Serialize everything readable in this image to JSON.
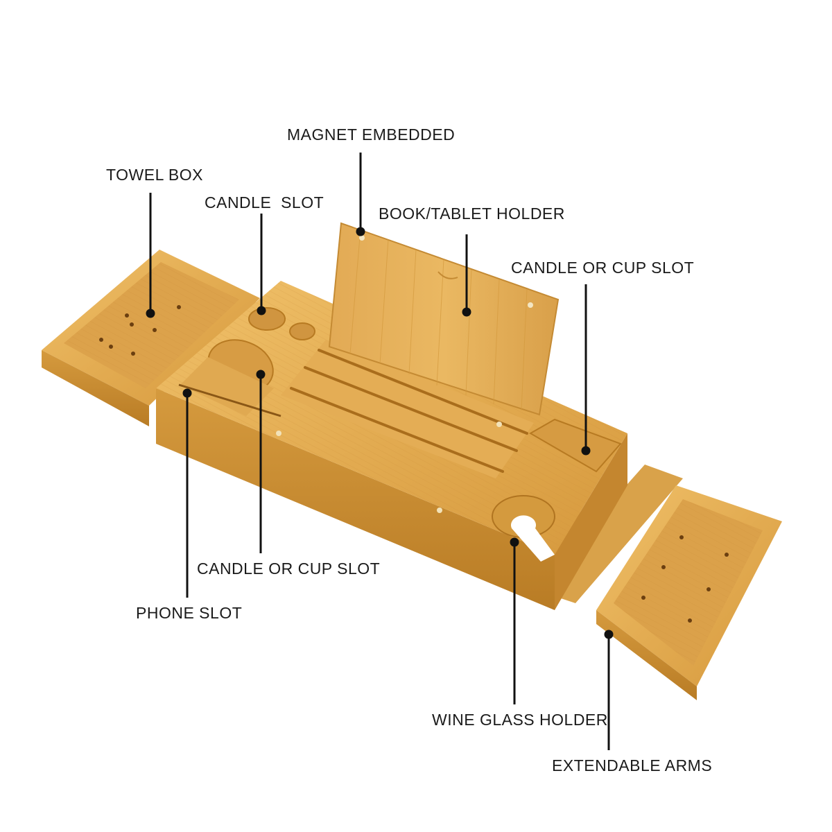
{
  "diagram": {
    "labels": {
      "towel_box": "TOWEL BOX",
      "candle_slot": "CANDLE  SLOT",
      "magnet_embedded": "MAGNET EMBEDDED",
      "book_tablet_holder": "BOOK/TABLET HOLDER",
      "candle_or_cup_slot_right": "CANDLE OR CUP SLOT",
      "candle_or_cup_slot_center": "CANDLE OR CUP SLOT",
      "phone_slot": "PHONE SLOT",
      "wine_glass_holder": "WINE GLASS HOLDER",
      "extendable_arms": "EXTENDABLE ARMS"
    },
    "colors": {
      "wood_light": "#e8b45a",
      "wood_mid": "#d49a3c",
      "wood_dark": "#b77a22",
      "leader_line": "#111111"
    }
  }
}
